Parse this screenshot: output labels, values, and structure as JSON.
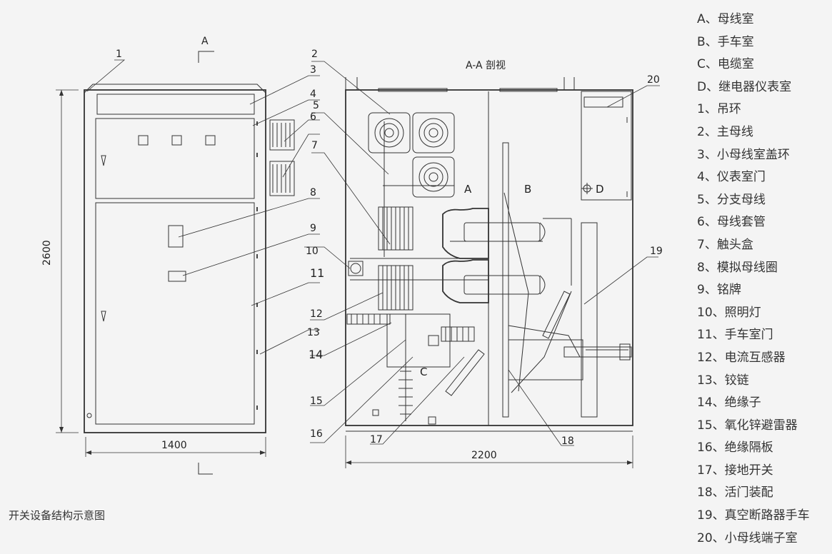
{
  "front_view": {
    "section_marker_top": "A",
    "dim_height": "2600",
    "dim_width": "1400"
  },
  "section_view": {
    "title": "A-A 剖视",
    "dim_width": "2200",
    "chamber_a": "A",
    "chamber_b": "B",
    "chamber_c": "C",
    "chamber_d": "D"
  },
  "callouts": [
    "1",
    "2",
    "3",
    "4",
    "5",
    "6",
    "7",
    "8",
    "9",
    "10",
    "11",
    "12",
    "13",
    "14",
    "15",
    "16",
    "17",
    "18",
    "19",
    "20"
  ],
  "caption": "开关设备结构示意图",
  "legend": [
    "A、母线室",
    "B、手车室",
    "C、电缆室",
    "D、继电器仪表室",
    "1、吊环",
    "2、主母线",
    "3、小母线室盖环",
    "4、仪表室门",
    "5、分支母线",
    "6、母线套管",
    "7、触头盒",
    "8、模拟母线圈",
    "9、铭牌",
    "10、照明灯",
    "11、手车室门",
    "12、电流互感器",
    "13、铰链",
    "14、绝缘子",
    "15、氧化锌避雷器",
    "16、绝缘隔板",
    "17、接地开关",
    "18、活门装配",
    "19、真空断路器手车",
    "20、小母线端子室"
  ]
}
